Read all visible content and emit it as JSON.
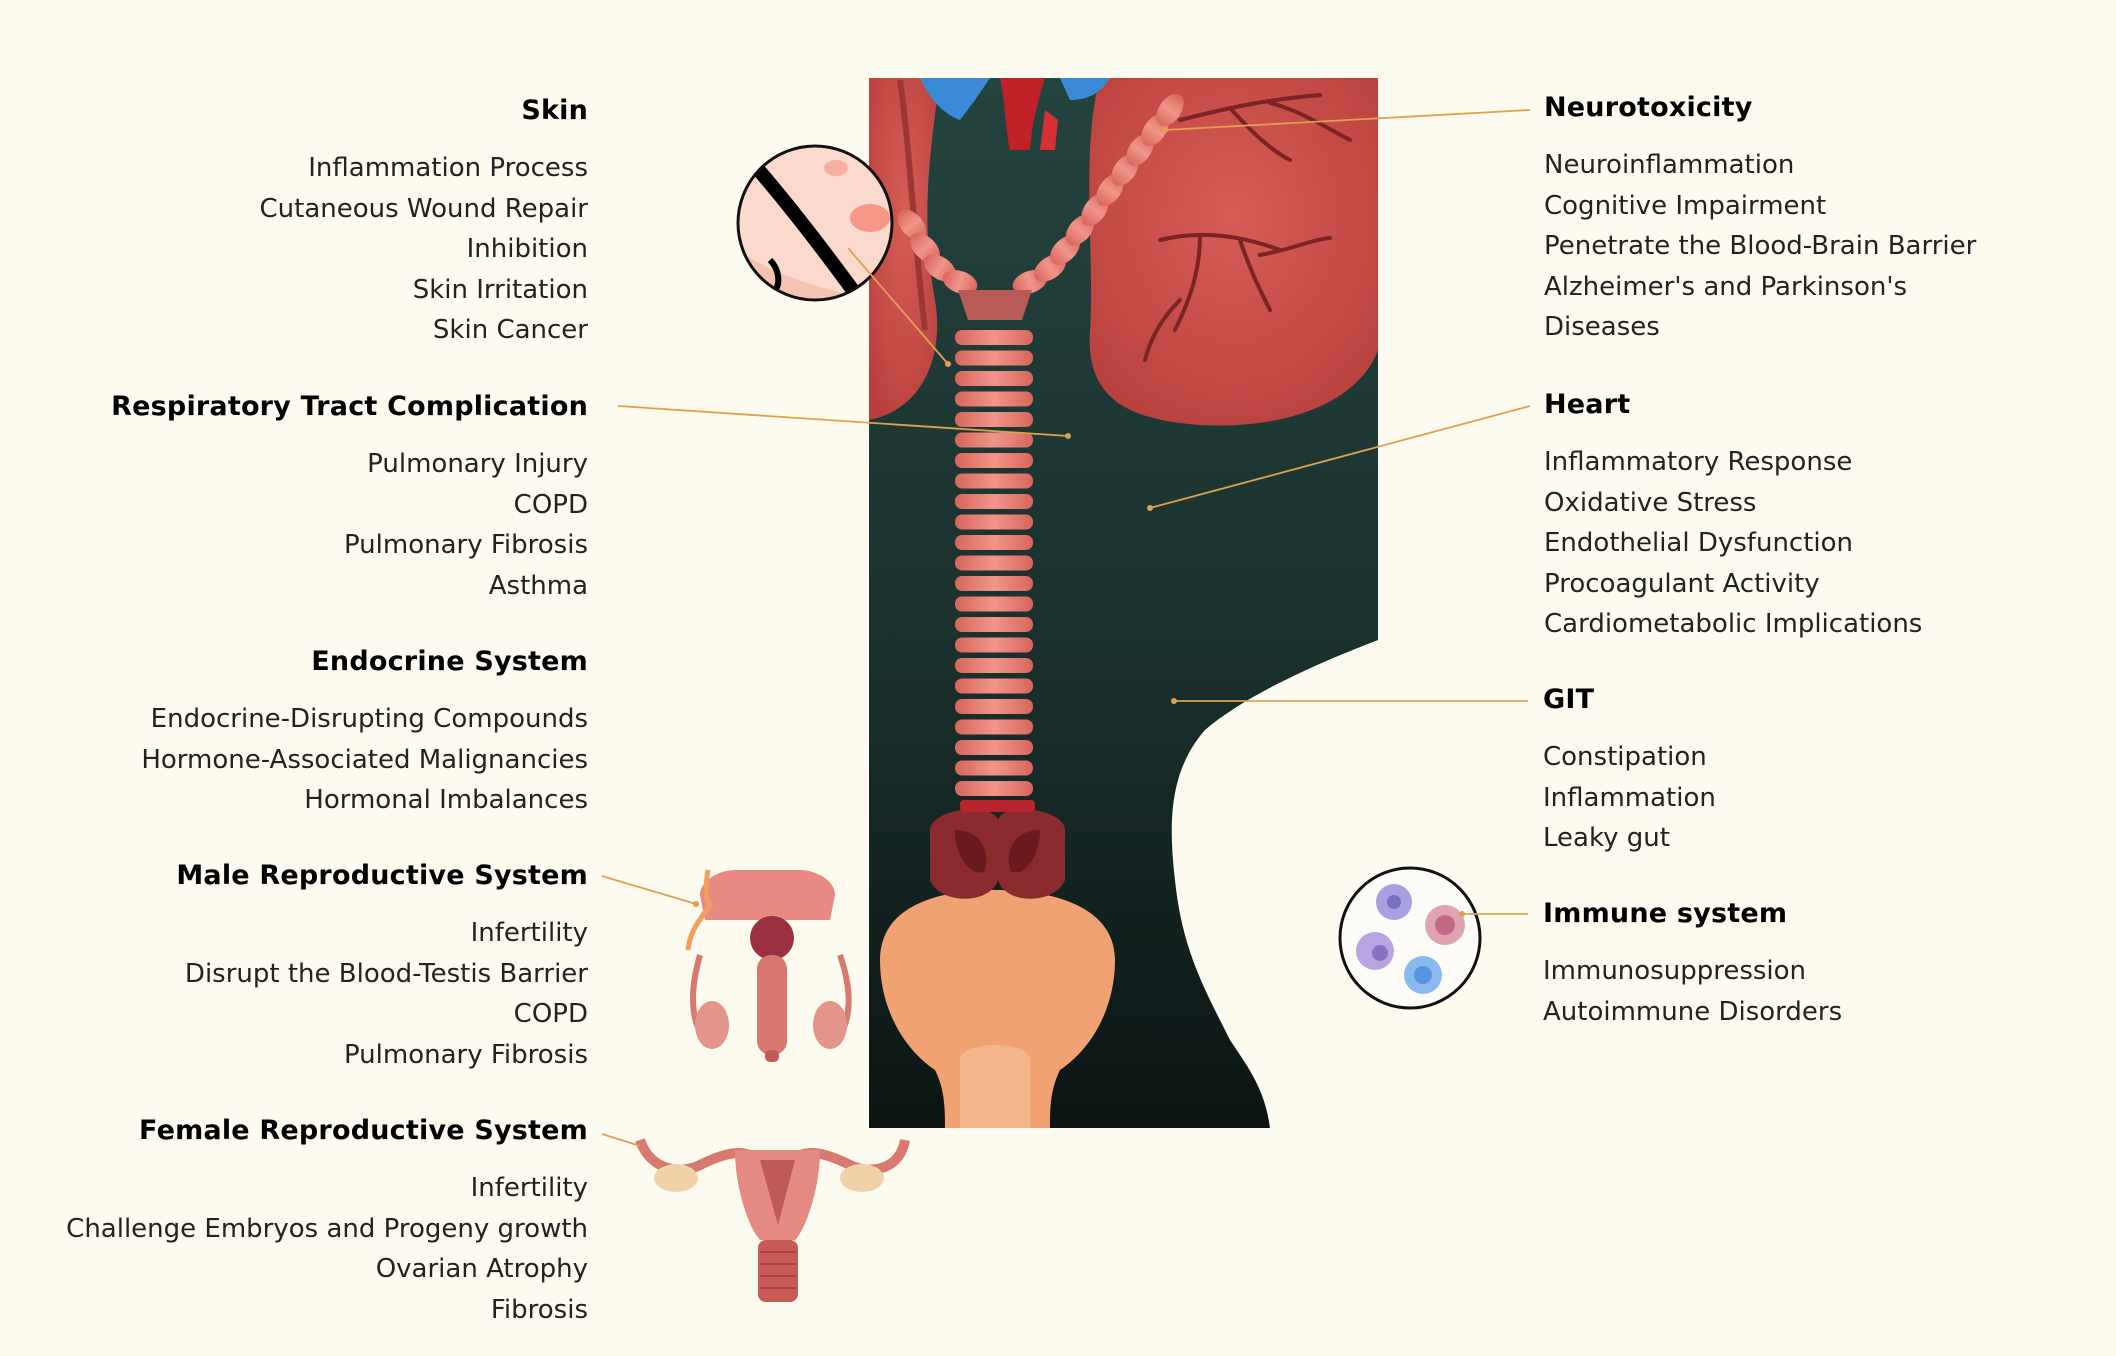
{
  "colors": {
    "background": "#fdfbf0",
    "leader_line": "#e0a050",
    "panel_dark": "#1e3431",
    "lung": "#c8504c",
    "trachea": "#e07468",
    "stomach": "#f0a272"
  },
  "groups": {
    "skin": {
      "title": "Skin",
      "items": [
        "Inflammation Process",
        "Cutaneous Wound Repair",
        "Inhibition",
        "Skin Irritation",
        "Skin Cancer"
      ]
    },
    "respiratory": {
      "title": "Respiratory Tract Complication",
      "items": [
        "Pulmonary Injury",
        "COPD",
        "Pulmonary Fibrosis",
        "Asthma"
      ]
    },
    "endocrine": {
      "title": "Endocrine System",
      "items": [
        "Endocrine-Disrupting Compounds",
        "Hormone-Associated Malignancies",
        "Hormonal Imbalances"
      ]
    },
    "male": {
      "title": "Male Reproductive System",
      "items": [
        "Infertility",
        "Disrupt the Blood-Testis Barrier",
        "COPD",
        "Pulmonary Fibrosis"
      ]
    },
    "female": {
      "title": "Female Reproductive System",
      "items": [
        "Infertility",
        "Challenge Embryos and Progeny growth",
        "Ovarian Atrophy",
        "Fibrosis"
      ]
    },
    "neuro": {
      "title": "Neurotoxicity",
      "items": [
        "Neuroinflammation",
        "Cognitive Impairment",
        "Penetrate the Blood-Brain Barrier",
        "Alzheimer's and Parkinson's",
        "Diseases"
      ]
    },
    "heart": {
      "title": "Heart",
      "items": [
        "Inflammatory Response",
        "Oxidative Stress",
        "Endothelial Dysfunction",
        "Procoagulant Activity",
        "Cardiometabolic Implications"
      ]
    },
    "git": {
      "title": "GIT",
      "items": [
        "Constipation",
        "Inflammation",
        "Leaky gut"
      ]
    },
    "immune": {
      "title": "Immune system",
      "items": [
        "Immunosuppression",
        "Autoimmune Disorders"
      ]
    }
  }
}
